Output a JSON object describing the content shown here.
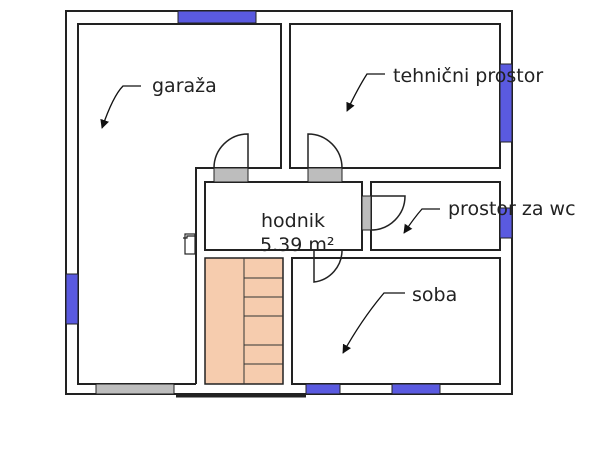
{
  "rooms": {
    "garage": "garaža",
    "technical": "tehnični prostor",
    "hallway": "hodnik",
    "hallway_area": "5.39 m²",
    "wc": "prostor za wc",
    "room": "soba"
  },
  "colors": {
    "wall": "#222222",
    "window": "#5a5ae0",
    "door_opening": "#bdbdbd",
    "stairs": "#f6ccae"
  }
}
